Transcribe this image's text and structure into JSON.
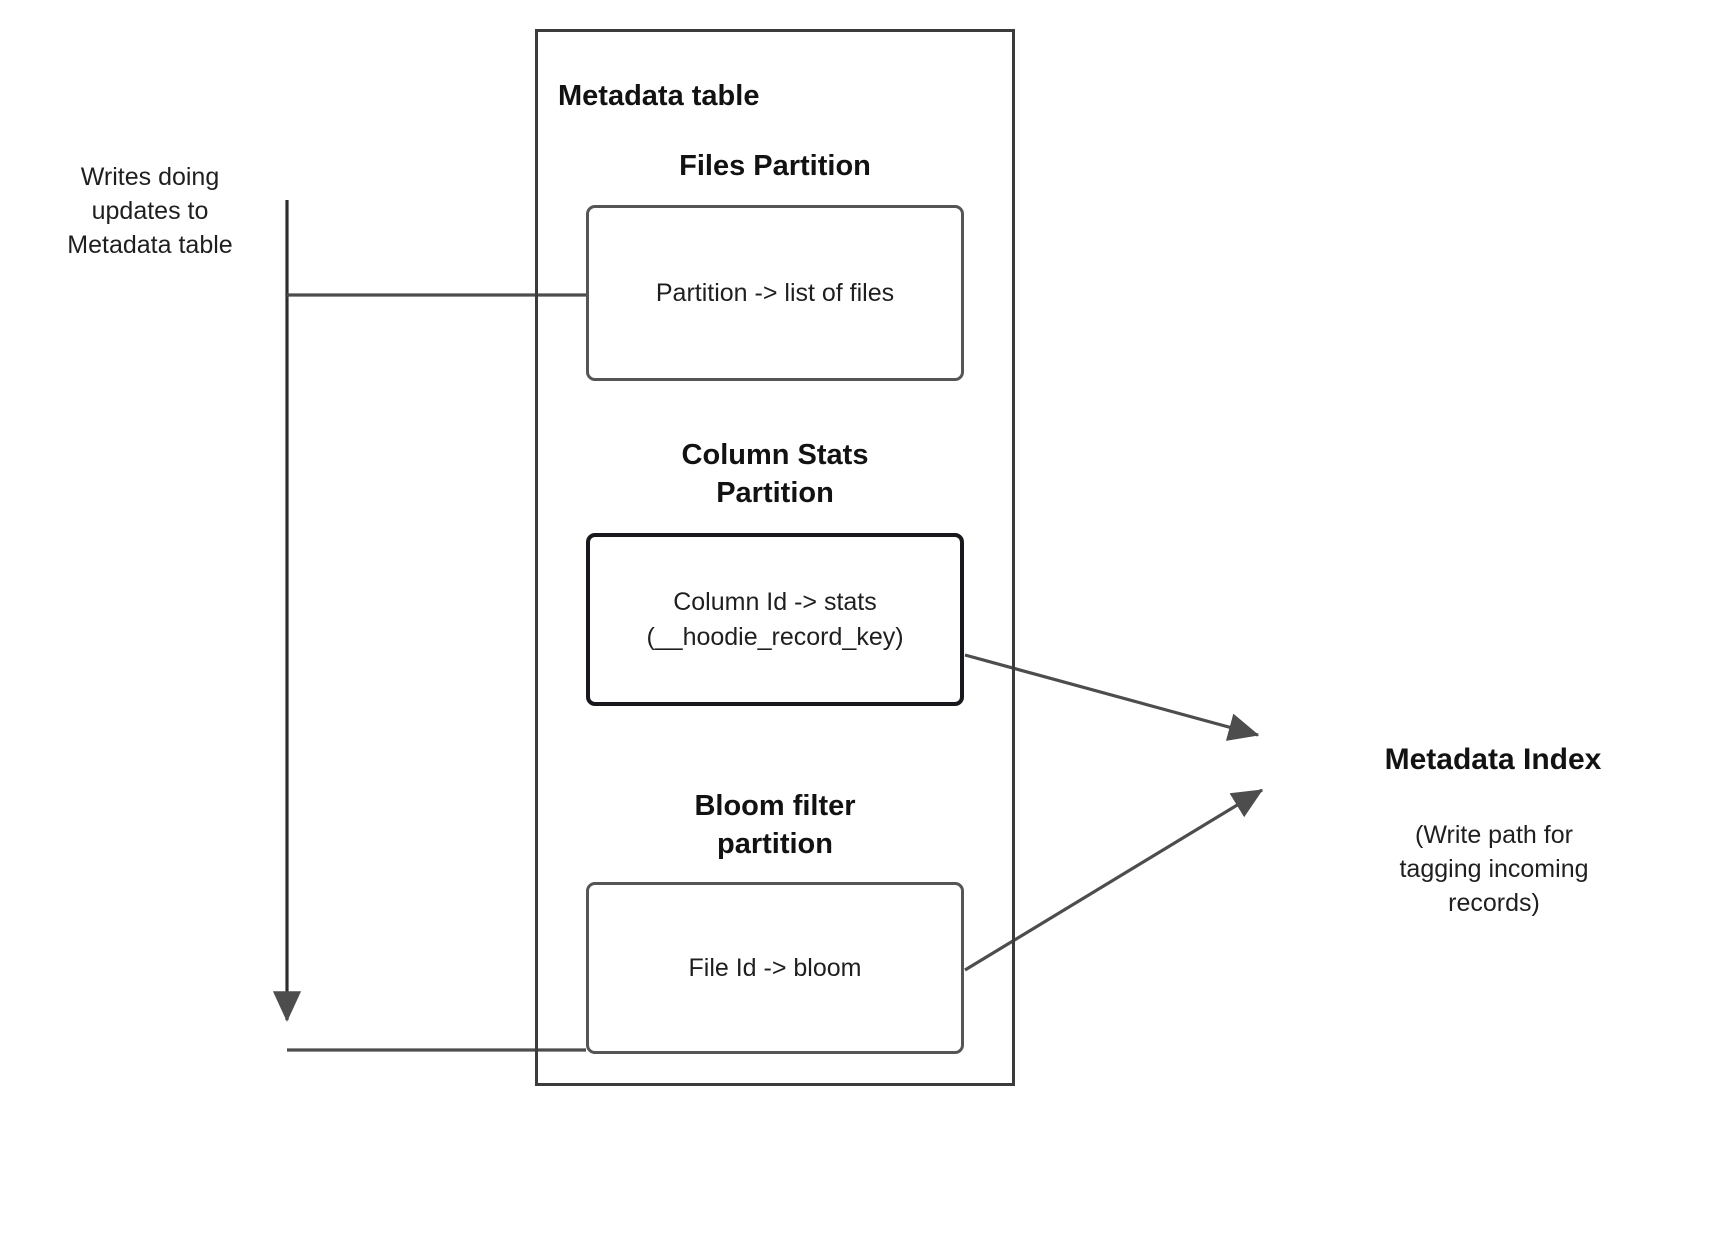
{
  "diagram": {
    "title": "Metadata table",
    "left_note": "Writes doing\nupdates to\nMetadata table",
    "partitions": [
      {
        "heading": "Files Partition",
        "box_text": "Partition -> list of files"
      },
      {
        "heading": "Column Stats\nPartition",
        "box_text": "Column Id  -> stats\n(__hoodie_record_key)"
      },
      {
        "heading": "Bloom filter\npartition",
        "box_text": "File Id -> bloom"
      }
    ],
    "right_title": "Metadata Index",
    "right_note": "(Write path for\ntagging incoming\nrecords)",
    "colors": {
      "stroke": "#3b3b3b",
      "inner_stroke": "#555555",
      "inner_stroke_strong": "#17191c",
      "arrow": "#4d4d4d",
      "text": "#1f1f1f",
      "background": "#ffffff"
    }
  }
}
